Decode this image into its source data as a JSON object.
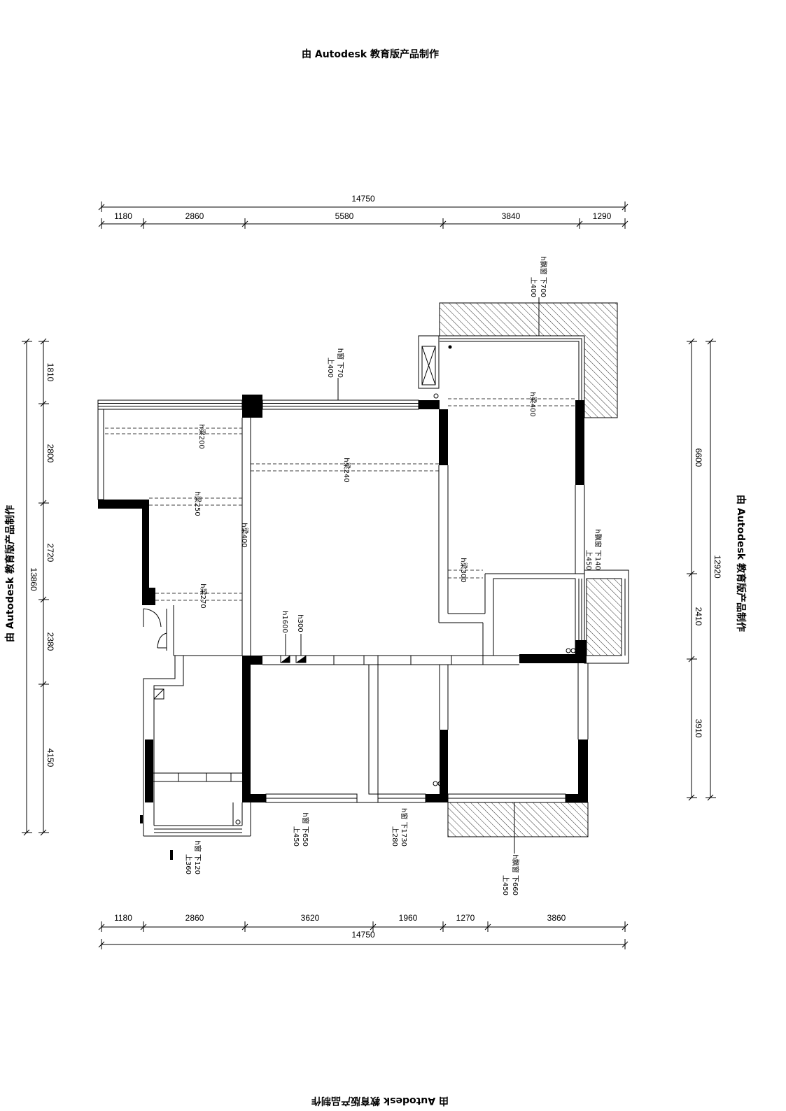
{
  "watermark": {
    "top": "由 Autodesk 教育版产品制作",
    "bottom": "由 Autodesk 教育版产品制作",
    "left": "由 Autodesk 教育版产品制作",
    "right": "由 Autodesk 教育版产品制作"
  },
  "dimensions": {
    "top": {
      "total": "14750",
      "segments": [
        "1180",
        "2860",
        "5580",
        "3840",
        "1290"
      ]
    },
    "bottom": {
      "total": "14750",
      "segments": [
        "1180",
        "2860",
        "3620",
        "1960",
        "1270",
        "3860"
      ]
    },
    "left": {
      "total": "13860",
      "segments": [
        "1810",
        "2800",
        "2720",
        "2380",
        "4150"
      ]
    },
    "right": {
      "total": "12920",
      "segments": [
        "6600",
        "2410",
        "3910"
      ]
    }
  },
  "annotations": {
    "bay_window_top": [
      "h飘窗 下700",
      "上400"
    ],
    "window_top": [
      "h窗 下70",
      "上400"
    ],
    "beam_top_right": "h梁400",
    "beam_balcony": "h梁200",
    "beam_living": "h梁240",
    "beam_left": "h梁250",
    "beam_living_vertical": "h梁400",
    "bay_window_right": [
      "h飘窗 下140",
      "上450"
    ],
    "beam_corridor": "h梁300",
    "beam_entry": "h梁270",
    "height_mark_1": "h1600",
    "height_mark_2": "h300",
    "window_bedroom": [
      "h窗 下650",
      "上450"
    ],
    "window_middle": [
      "h窗 下1730",
      "上280"
    ],
    "window_kitchen": [
      "h窗 下120",
      "上360"
    ],
    "bay_window_bottom": [
      "h飘窗 下660",
      "上450"
    ]
  },
  "colors": {
    "line": "#000000",
    "background": "#ffffff"
  }
}
